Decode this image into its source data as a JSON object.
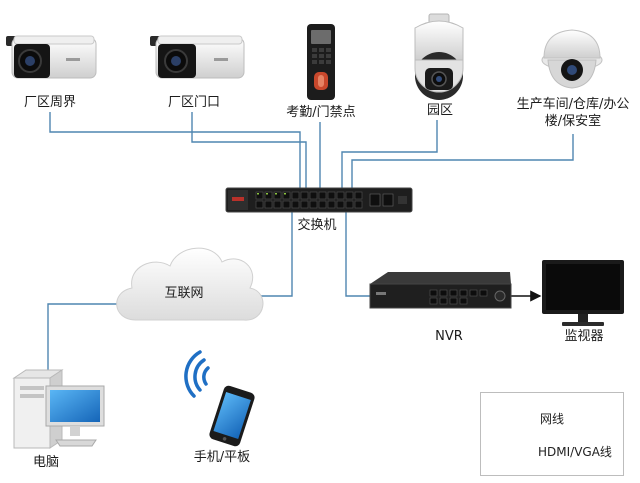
{
  "diagram": {
    "nodes": {
      "cam1": "厂区周界",
      "cam2": "厂区门口",
      "access": "考勤/门禁点",
      "ptz": "园区",
      "dome": "生产车间/仓库/办公楼/保安室",
      "switch": "交换机",
      "internet": "互联网",
      "nvr": "NVR",
      "monitor": "监视器",
      "pc": "电脑",
      "phone": "手机/平板"
    },
    "legend": {
      "network_line": "网线",
      "hdmi_line": "HDMI/VGA线"
    },
    "colors": {
      "network_line": "#4f86b0",
      "hdmi_line": "#111111",
      "device_dark": "#1e1e1e",
      "device_white": "#f2f2f2",
      "screen_blue": "#1f7fd0"
    }
  }
}
